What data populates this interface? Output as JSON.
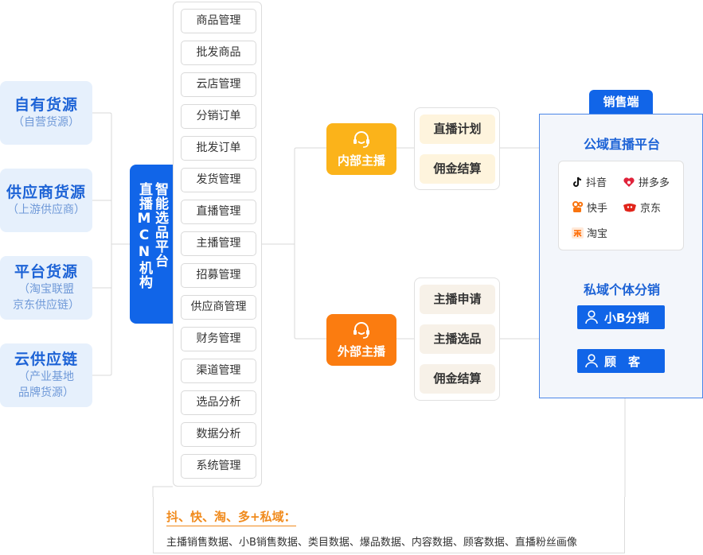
{
  "sources": [
    {
      "title": "自有货源",
      "sub": [
        "（自营货源）"
      ]
    },
    {
      "title": "供应商货源",
      "sub": [
        "（上游供应商）"
      ]
    },
    {
      "title": "平台货源",
      "sub": [
        "（淘宝联盟",
        "京东供应链）"
      ]
    },
    {
      "title": "云供应链",
      "sub": [
        "（产业基地",
        "品牌货源）"
      ]
    }
  ],
  "platform": {
    "line1": "直播MCN机构",
    "line2": "智能选品平台"
  },
  "modules": [
    "商品管理",
    "批发商品",
    "云店管理",
    "分销订单",
    "批发订单",
    "发货管理",
    "直播管理",
    "主播管理",
    "招募管理",
    "供应商管理",
    "财务管理",
    "渠道管理",
    "选品分析",
    "数据分析",
    "系统管理"
  ],
  "anchors": {
    "inner": {
      "label": "内部主播",
      "items": [
        "直播计划",
        "佣金结算"
      ]
    },
    "outer": {
      "label": "外部主播",
      "items": [
        "主播申请",
        "主播选品",
        "佣金结算"
      ]
    }
  },
  "sales": {
    "tab": "销售端",
    "public_title": "公域直播平台",
    "platforms": [
      {
        "name": "抖音",
        "icon": "douyin-icon"
      },
      {
        "name": "拼多多",
        "icon": "pinduoduo-icon"
      },
      {
        "name": "快手",
        "icon": "kuaishou-icon"
      },
      {
        "name": "京东",
        "icon": "jd-icon"
      },
      {
        "name": "淘宝",
        "icon": "taobao-icon"
      }
    ],
    "private_title": "私域个体分销",
    "buttons": [
      "小B分销",
      "顾　客"
    ]
  },
  "data_box": {
    "title": "抖、快、淘、多+私域：",
    "text": "主播销售数据、小B销售数据、类目数据、爆品数据、内容数据、顾客数据、直播粉丝画像"
  },
  "colors": {
    "primary_blue": "#1165e8",
    "inner_anchor": "#fbb31a",
    "outer_anchor": "#fb7c10",
    "source_bg": "#e6f0fc",
    "data_title": "#f08a1c"
  }
}
